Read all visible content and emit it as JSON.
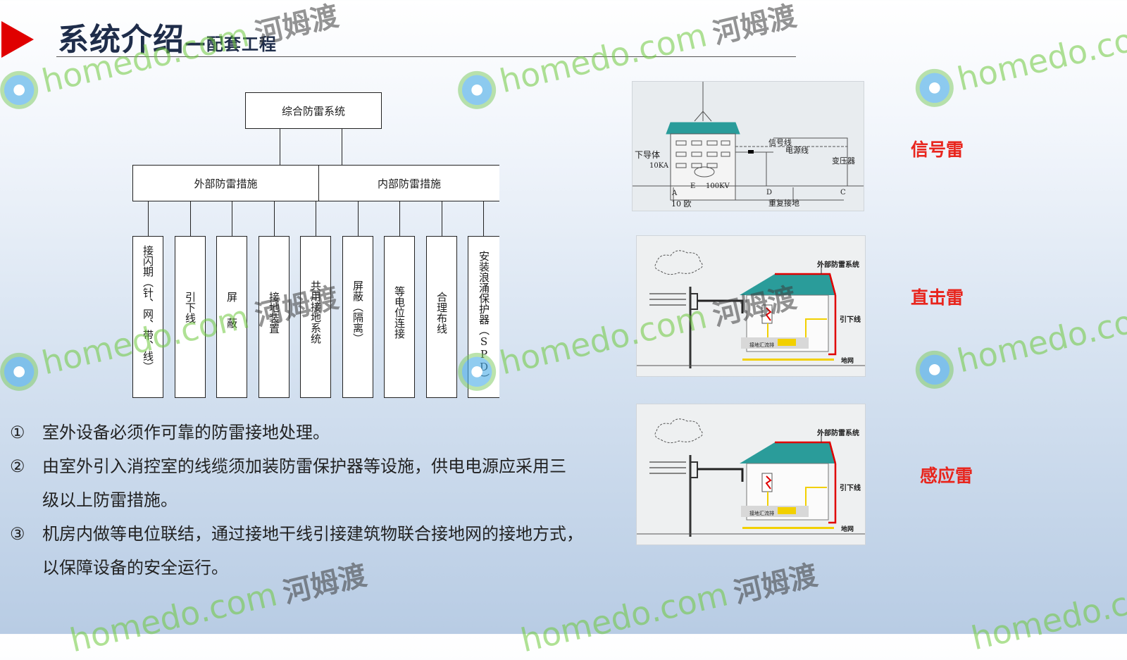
{
  "header": {
    "title": "系统介绍",
    "dash": "—",
    "subtitle": "配套工程"
  },
  "diagram": {
    "root": "综合防雷系统",
    "external": "外部防雷措施",
    "internal": "内部防雷措施",
    "leaves": [
      "接闪期（针、网、带、线）",
      "引下线",
      "屏蔽",
      "接地装置",
      "共用接地系统",
      "屏蔽（隔离）",
      "等电位连接",
      "合理布线",
      "安装浪涌保护器（SPD）"
    ]
  },
  "notes": [
    {
      "num": "①",
      "lines": [
        "室外设备必须作可靠的防雷接地处理。"
      ]
    },
    {
      "num": "②",
      "lines": [
        "由室外引入消控室的线缆须加装防雷保护器等设施，供电电源应采用三",
        "级以上防雷措施。"
      ]
    },
    {
      "num": "③",
      "lines": [
        "机房内做等电位联结，通过接地干线引接建筑物联合接地网的接地方式，",
        "以保障设备的安全运行。"
      ]
    }
  ],
  "pictures": [
    {
      "label": "信号雷",
      "annotations": [
        "下导体",
        "10KA",
        "10 欧",
        "A",
        "E",
        "100KV",
        "信号线",
        "电源线",
        "变压器",
        "D",
        "重复接地",
        "C"
      ]
    },
    {
      "label": "直击雷",
      "annotations": [
        "外部防雷系统",
        "引下线",
        "地网",
        "接地汇流排"
      ]
    },
    {
      "label": "感应雷",
      "annotations": [
        "外部防雷系统",
        "引下线",
        "地网",
        "接地汇流排"
      ]
    }
  ],
  "watermark": {
    "text": "homedo.com",
    "cn": "河姆渡"
  },
  "colors": {
    "accent_red": "#e00000",
    "label_red": "#e8251d",
    "title_navy": "#1f2d4a",
    "roof_teal": "#2a9c9a"
  }
}
